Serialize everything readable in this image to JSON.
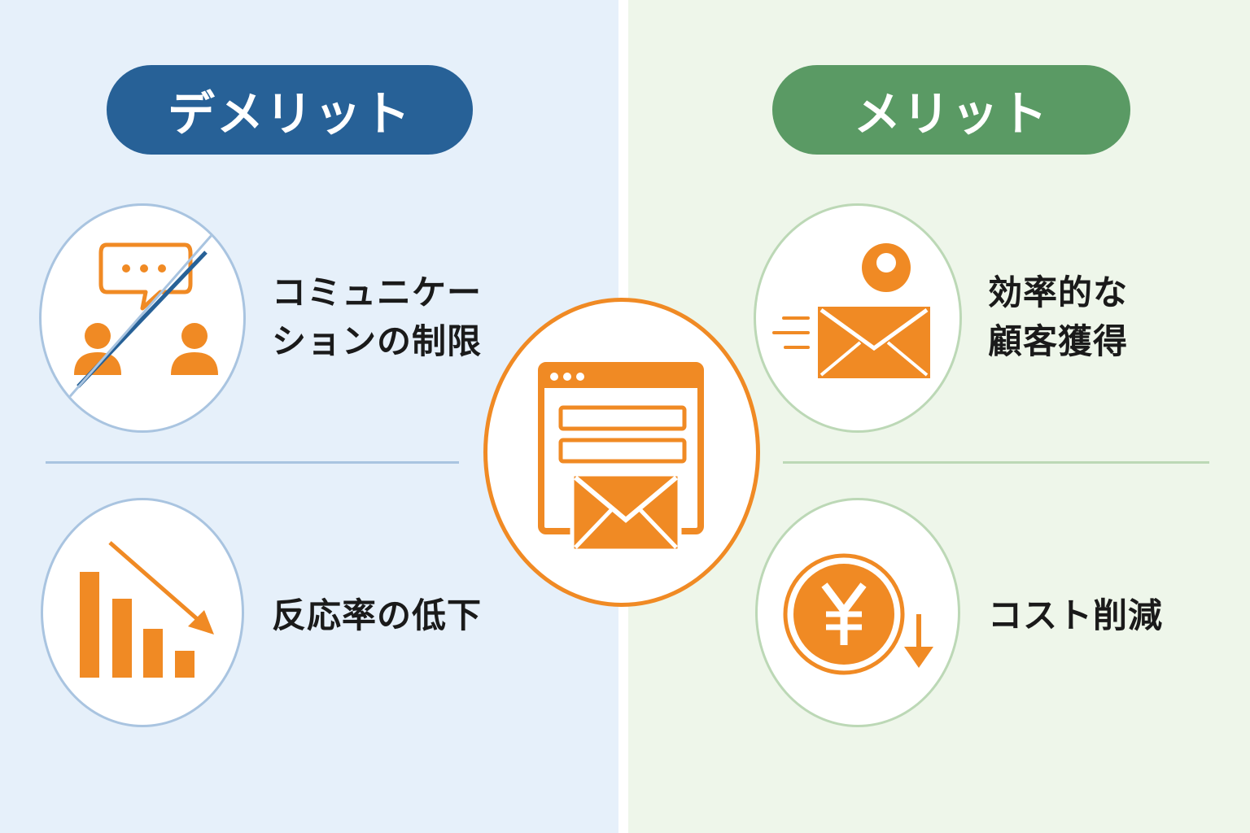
{
  "left": {
    "heading": "デメリット",
    "items": [
      {
        "icon": "no-communication-icon",
        "line1": "コミュニケー",
        "line2": "ションの制限"
      },
      {
        "icon": "declining-bar-chart-icon",
        "line1": "反応率の低下"
      }
    ]
  },
  "right": {
    "heading": "メリット",
    "items": [
      {
        "icon": "email-notification-icon",
        "line1": "効率的な",
        "line2": "顧客獲得"
      },
      {
        "icon": "yen-cost-down-icon",
        "line1": "コスト削減"
      }
    ]
  },
  "center": {
    "icon": "email-form-icon"
  },
  "colors": {
    "accent": "#f08a24",
    "left_heading": "#276197",
    "right_heading": "#5a9a64",
    "left_bg": "#e6f0fa",
    "right_bg": "#eef6ea"
  }
}
